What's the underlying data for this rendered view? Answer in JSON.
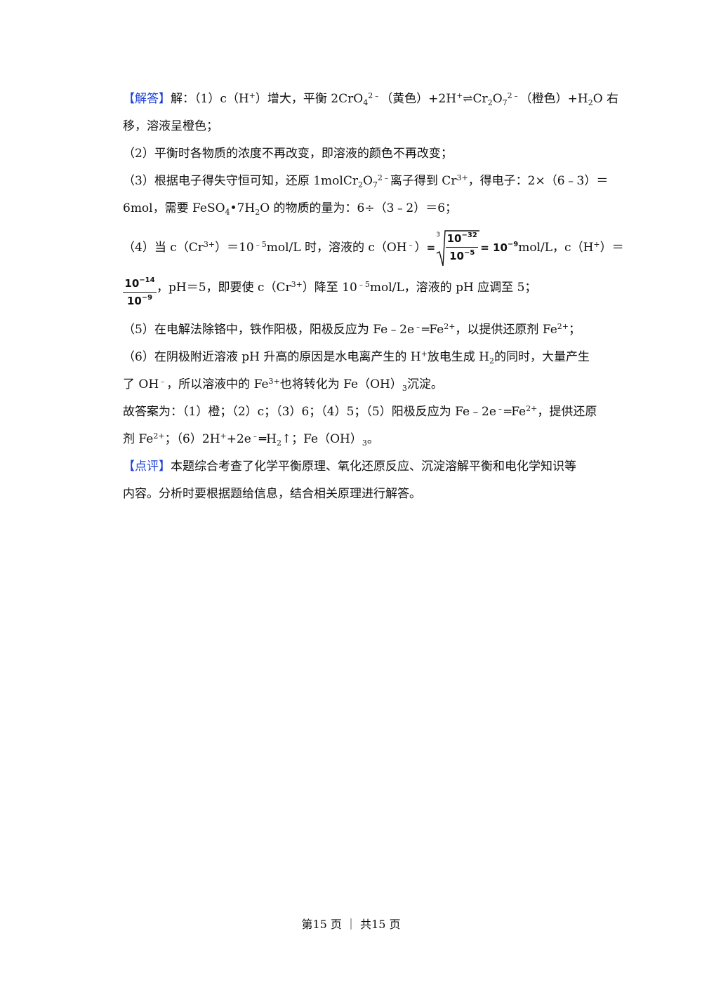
{
  "tags": {
    "answer": "【解答】",
    "comment": "【点评】"
  },
  "p1": {
    "a": "解：（1）c（H",
    "sup1": "+",
    "b": "）增大，平衡 2CrO",
    "sub1": "4",
    "sup2": "2﹣",
    "c": "（黄色）+2H",
    "sup3": "+",
    "d": "⇌Cr",
    "sub2": "2",
    "e": "O",
    "sub3": "7",
    "sup4": "2﹣",
    "f": "（橙色）+H",
    "sub4": "2",
    "g": "O 右",
    "l2": "移，溶液呈橙色；"
  },
  "p2": "（2）平衡时各物质的浓度不再改变，即溶液的颜色不再改变；",
  "p3": {
    "a": "（3）根据电子得失守恒可知，还原 1molCr",
    "sub1": "2",
    "b": "O",
    "sub2": "7",
    "sup1": "2﹣",
    "c": "离子得到 Cr",
    "sup2": "3+",
    "d": "，得电子：2×（6﹣3）＝",
    "l2a": "6mol，需要 FeSO",
    "sub3": "4",
    "l2b": "•7H",
    "sub4": "2",
    "l2c": "O 的物质的量为：6÷（3﹣2）＝6；"
  },
  "p4": {
    "a": "（4）当 c（Cr",
    "sup1": "3+",
    "b": "）＝10",
    "sup2": "﹣5",
    "c": "mol/L 时，溶液的 c（OH",
    "sup3": "﹣",
    "d": "）",
    "eq": "=",
    "root_index": "3",
    "num": "10",
    "num_exp": "−32",
    "den": "10",
    "den_exp": "−5",
    "eq2": "= 10",
    "res_exp": "−9",
    "e": "mol/L，c（H",
    "sup4": "+",
    "f": "）＝",
    "frac_num": "10",
    "frac_num_exp": "−14",
    "frac_den": "10",
    "frac_den_exp": "−9",
    "g": "，pH＝5，即要使 c（Cr",
    "sup5": "3+",
    "h": "）降至 10",
    "sup6": "﹣5",
    "i": "mol/L，溶液的 pH 应调至 5；"
  },
  "p5": {
    "a": "（5）在电解法除铬中，铁作阳极，阳极反应为 Fe﹣2e",
    "sup1": "﹣",
    "b": "═Fe",
    "sup2": "2+",
    "c": "，以提供还原剂 Fe",
    "sup3": "2+",
    "d": "；"
  },
  "p6": {
    "a": "（6）在阴极附近溶液 pH 升高的原因是水电离产生的 H",
    "sup1": "+",
    "b": "放电生成 H",
    "sub1": "2",
    "c": "的同时，大量产生",
    "l2a": "了 OH",
    "sup2": "﹣",
    "l2b": "，所以溶液中的 Fe",
    "sup3": "3+",
    "l2c": "也将转化为 Fe（OH）",
    "sub2": "3",
    "l2d": "沉淀。"
  },
  "p7": {
    "a": "故答案为：（1）橙；（2）c；（3）6；（4）5；（5）阳极反应为 Fe﹣2e",
    "sup1": "﹣",
    "b": "═Fe",
    "sup2": "2+",
    "c": "，提供还原",
    "l2a": "剂 Fe",
    "sup3": "2+",
    "l2b": "；（6）2H",
    "sup4": "+",
    "l2c": "+2e",
    "sup5": "﹣",
    "l2d": "═H",
    "sub1": "2",
    "l2e": "↑；Fe（OH）",
    "sub2": "3",
    "l2f": "。"
  },
  "p8": {
    "a": "本题综合考查了化学平衡原理、氧化还原反应、沉淀溶解平衡和电化学知识等",
    "l2": "内容。分析时要根据题给信息，结合相关原理进行解答。"
  },
  "footer": "第15 页 ｜ 共15 页",
  "colors": {
    "tag": "#1a3fd8",
    "text": "#111111"
  }
}
